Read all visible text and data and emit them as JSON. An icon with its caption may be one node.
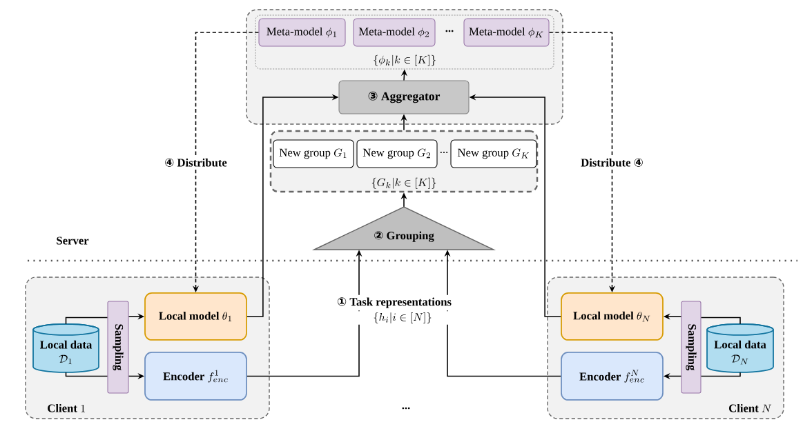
{
  "diagram": {
    "nodes": [
      {
        "text": [],
        "shape": "box"
      },
      {
        "text": [
          "\\{\\phi_k|k\\in[K]\\}"
        ],
        "in": 0
      },
      {
        "text": [
          "\\textrm{Meta-model}\\ \\phi_1"
        ],
        "in": 1
      },
      {
        "text": [
          "\\textrm{Meta-model}\\ \\phi_2"
        ],
        "in": 1
      },
      {
        "text": [
          "\\textrm{Meta-model}\\ \\phi_K"
        ],
        "in": 1
      },
      {
        "text": [
          "③ Aggregator"
        ],
        "in": 0
      },
      {
        "text": [
          "\\{G_k|k\\in[K]\\}"
        ]
      },
      {
        "text": [
          "\\textrm{New group}\\ G_1"
        ],
        "in": 6
      },
      {
        "text": [
          "\\textrm{New group}\\ G_2"
        ],
        "in": 6
      },
      {
        "text": [
          "\\textrm{New group}\\ G_K"
        ],
        "in": 6
      },
      {
        "text": [
          "② Grouping"
        ]
      },
      {
        "text": [
          "\\textbf{Client}\\ 1"
        ]
      },
      {
        "text": [
          "Local data",
          "\\mathcal{D}_1"
        ],
        "in": 11
      },
      {
        "text": [
          "Sampling"
        ],
        "in": 11
      },
      {
        "text": [
          "\\textbf{Local model}\\ \\theta_1"
        ],
        "in": 11
      },
      {
        "text": [
          "\\textbf{Encoder}\\ f^{1}_{enc}"
        ],
        "in": 11
      },
      {
        "text": [
          "\\textbf{Client}\\ N"
        ]
      },
      {
        "text": [
          "\\textbf{Local model}\\ \\theta_N"
        ],
        "in": 16
      },
      {
        "text": [
          "\\textbf{Encoder}\\ f^{N}_{enc}"
        ],
        "in": 16
      },
      {
        "text": [
          "Sampling"
        ],
        "in": 16
      },
      {
        "text": [
          "Local data",
          "\\mathcal{D}_N"
        ],
        "in": 16
      }
    ],
    "edges": [
      {
        "from": 12,
        "to": 13,
        "arrow": "none"
      },
      {
        "from": 13,
        "to": 14,
        "arrow": "to"
      },
      {
        "from": 12,
        "to": 13,
        "arrow": "none"
      },
      {
        "from": 13,
        "to": 15,
        "arrow": "to"
      },
      {
        "from": 14,
        "to": 5,
        "arrow": "to"
      },
      {
        "from": 17,
        "to": 5,
        "arrow": "to"
      },
      {
        "from": 15,
        "to": 10,
        "arrow": "to"
      },
      {
        "from": 18,
        "to": 10,
        "arrow": "to"
      },
      {
        "from": 10,
        "to": 6,
        "arrow": "to"
      },
      {
        "from": 6,
        "to": 5,
        "arrow": "to"
      },
      {
        "from": 5,
        "to": 1,
        "arrow": "to"
      },
      {
        "from": 2,
        "to": 14,
        "arrow": "to",
        "style": "dashed",
        "label": "④ Distribute"
      },
      {
        "from": 4,
        "to": 17,
        "arrow": "to",
        "style": "dashed",
        "label": "Distribute ④"
      },
      {
        "from": 20,
        "to": 19,
        "arrow": "none"
      },
      {
        "from": 19,
        "to": 17,
        "arrow": "to"
      },
      {
        "from": 20,
        "to": 19,
        "arrow": "none"
      },
      {
        "from": 19,
        "to": 18,
        "arrow": "to"
      }
    ],
    "labels": [
      "...",
      "...",
      "Server",
      "① Task representations",
      "\\{h_i|i\\in[N]\\}",
      "..."
    ]
  }
}
